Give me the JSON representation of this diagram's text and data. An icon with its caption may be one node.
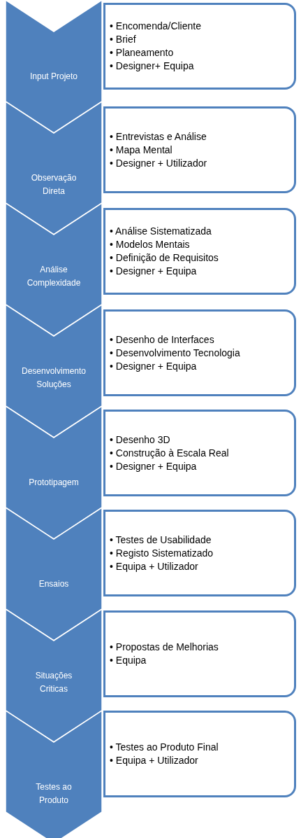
{
  "diagram": {
    "nodes": [
      {
        "text": [
          "Input Projeto"
        ]
      },
      {
        "text": [
          "• Encomenda/Cliente",
          "• Brief",
          "• Planeamento",
          "• Designer+ Equipa"
        ]
      },
      {
        "text": [
          "Observação Direta"
        ]
      },
      {
        "text": [
          "• Entrevistas e Análise",
          "• Mapa Mental",
          "• Designer + Utilizador"
        ]
      },
      {
        "text": [
          "Análise Complexidade"
        ]
      },
      {
        "text": [
          "• Análise Sistematizada",
          "• Modelos Mentais",
          "• Definição de Requisitos",
          "• Designer + Equipa"
        ]
      },
      {
        "text": [
          "Desenvolvimento Soluções"
        ]
      },
      {
        "text": [
          "• Desenho de Interfaces",
          "• Desenvolvimento Tecnologia",
          "• Designer + Equipa"
        ]
      },
      {
        "text": [
          "Prototipagem"
        ]
      },
      {
        "text": [
          "• Desenho 3D",
          "• Construção à Escala Real",
          "• Designer + Equipa"
        ]
      },
      {
        "text": [
          "Ensaios"
        ]
      },
      {
        "text": [
          "• Testes de Usabilidade",
          "• Registo Sistematizado",
          "• Equipa + Utilizador"
        ]
      },
      {
        "text": [
          "Situações Criticas"
        ]
      },
      {
        "text": [
          "• Propostas de Melhorias",
          "• Equipa"
        ]
      },
      {
        "text": [
          "Testes ao Produto"
        ]
      },
      {
        "text": [
          "• Testes ao Produto Final",
          "• Equipa + Utilizador"
        ]
      }
    ]
  }
}
